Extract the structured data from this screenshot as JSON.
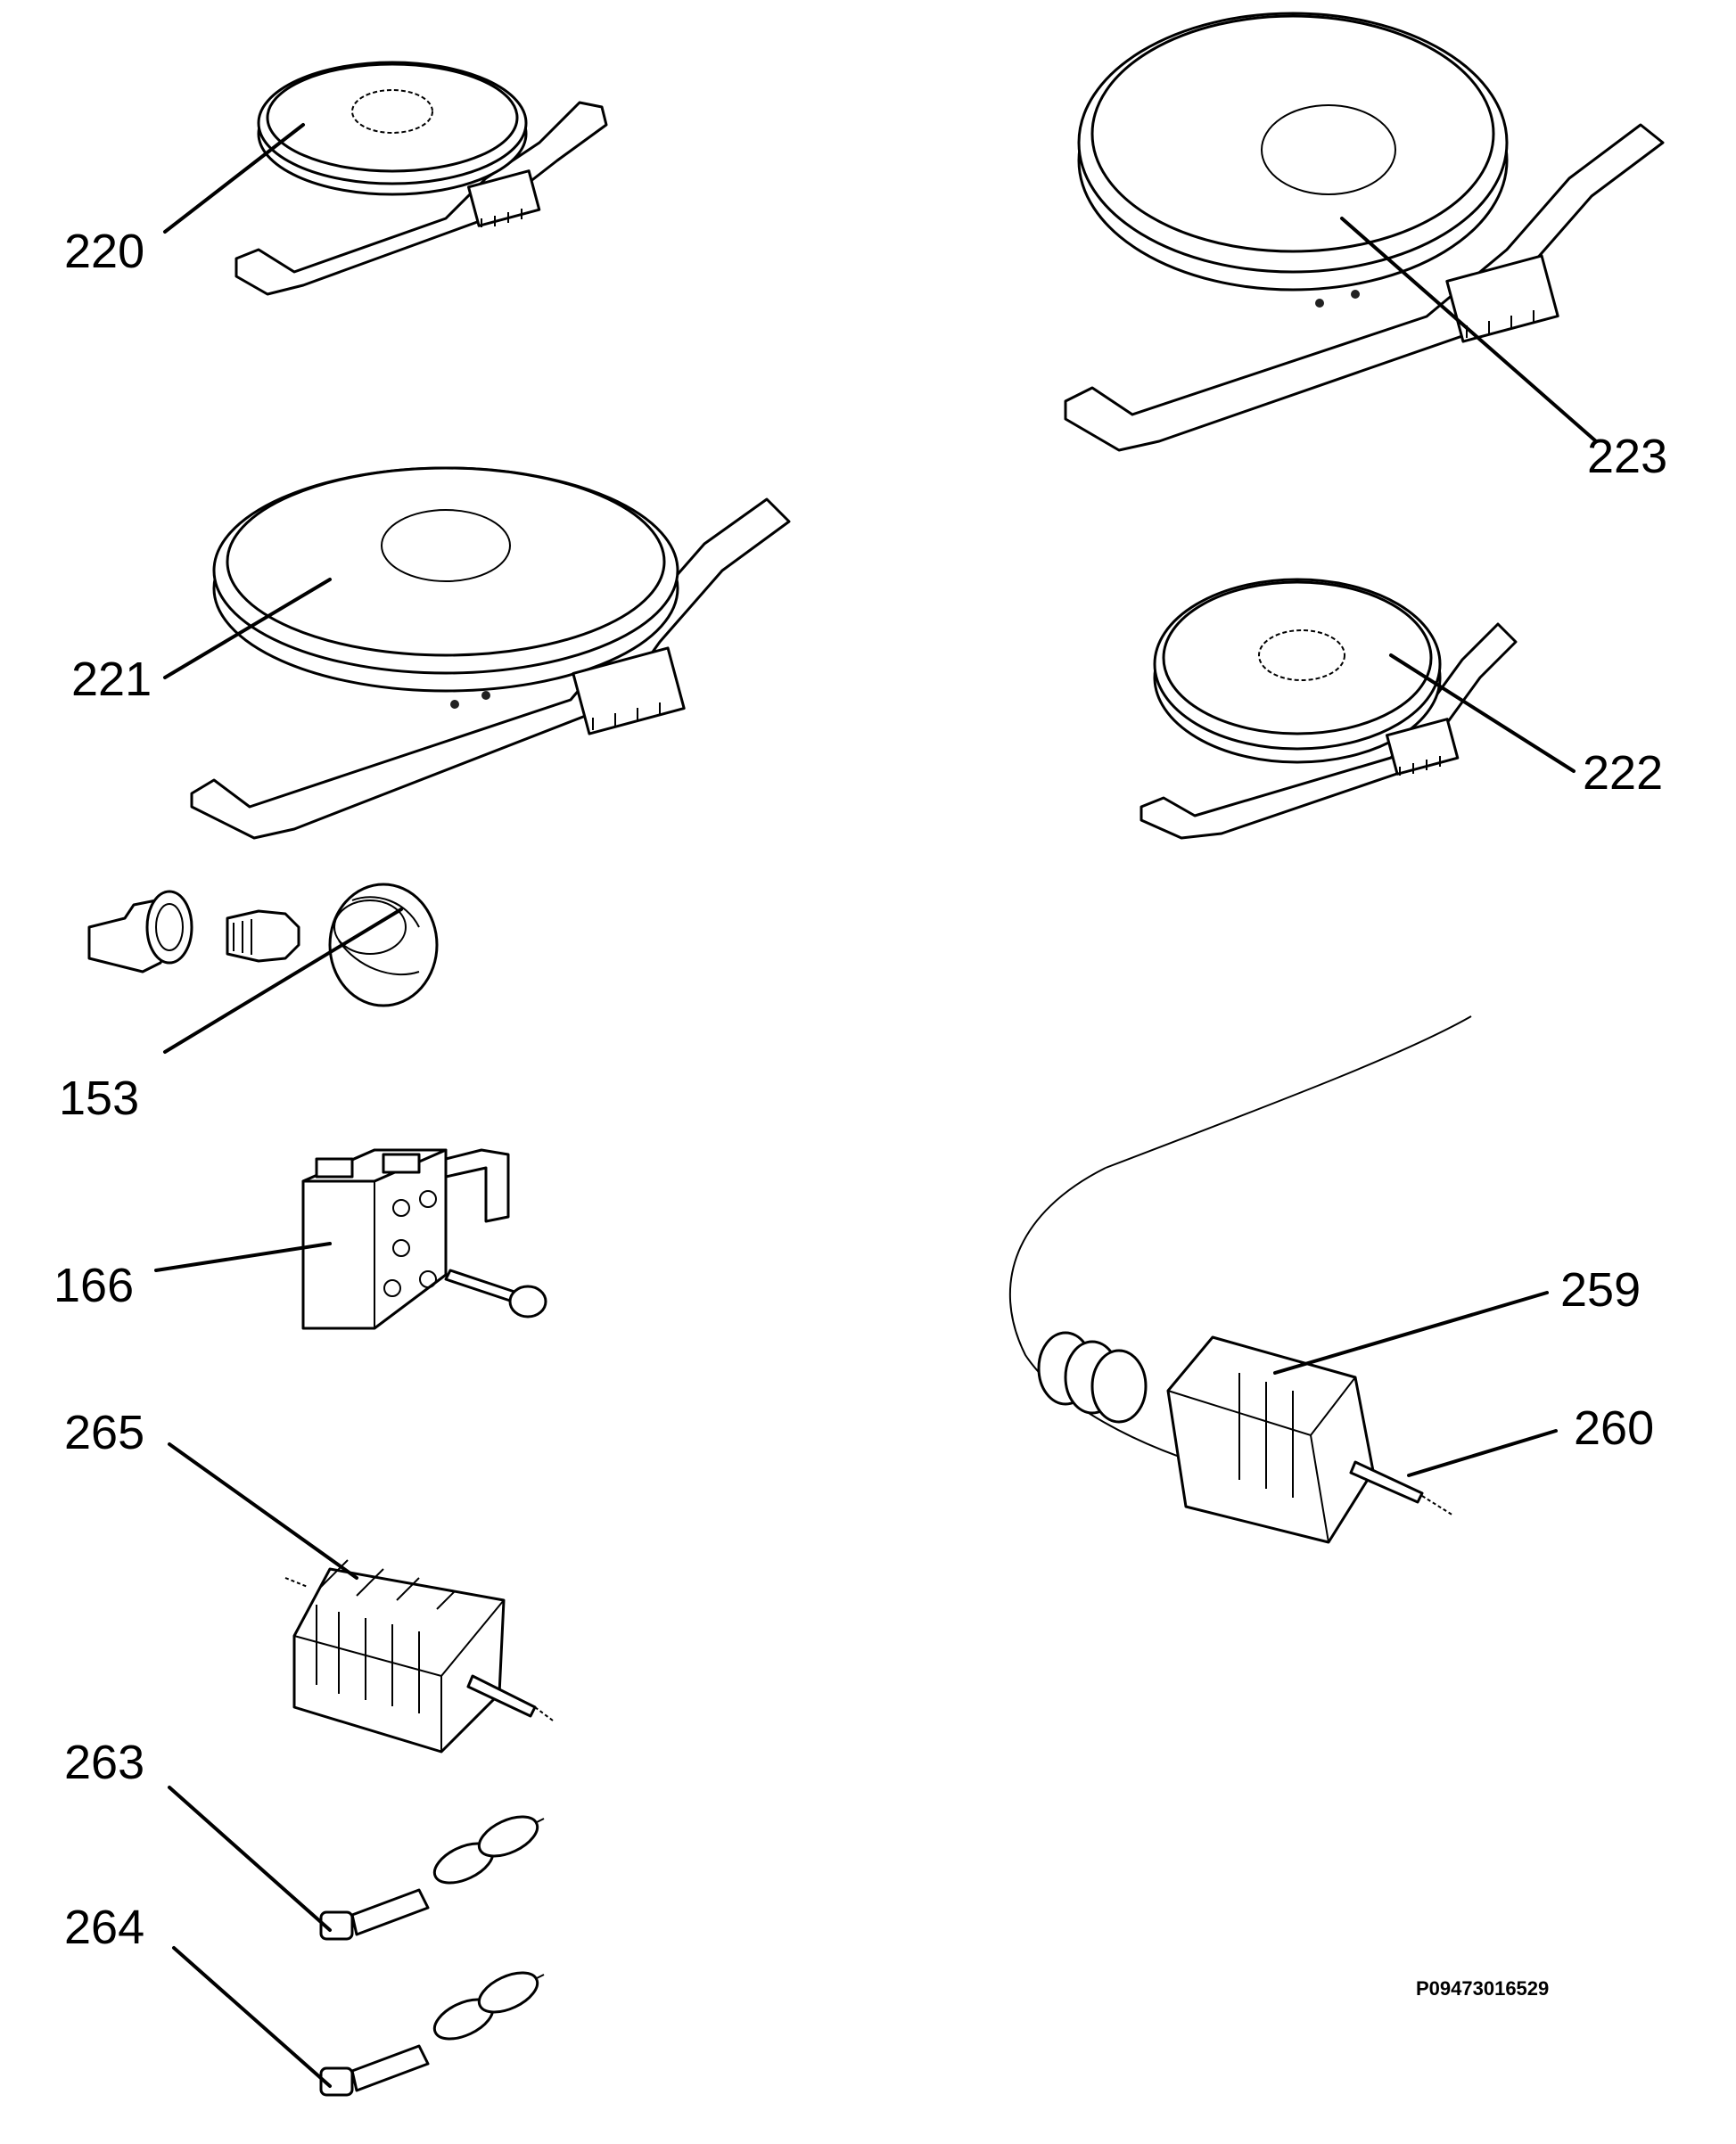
{
  "diagram": {
    "title": "",
    "drawing_code": "P09473016529",
    "parts": [
      {
        "id": "220",
        "label": "220",
        "part": "hotplate-small"
      },
      {
        "id": "221",
        "label": "221",
        "part": "hotplate-large"
      },
      {
        "id": "222",
        "label": "222",
        "part": "hotplate-small"
      },
      {
        "id": "223",
        "label": "223",
        "part": "hotplate-large"
      },
      {
        "id": "153",
        "label": "153",
        "part": "lamp-assembly"
      },
      {
        "id": "166",
        "label": "166",
        "part": "terminal-block"
      },
      {
        "id": "265",
        "label": "265",
        "part": "selector-switch"
      },
      {
        "id": "263",
        "label": "263",
        "part": "indicator-lamp"
      },
      {
        "id": "264",
        "label": "264",
        "part": "indicator-lamp"
      },
      {
        "id": "259",
        "label": "259",
        "part": "thermostat"
      },
      {
        "id": "260",
        "label": "260",
        "part": "thermostat-shaft"
      }
    ]
  }
}
